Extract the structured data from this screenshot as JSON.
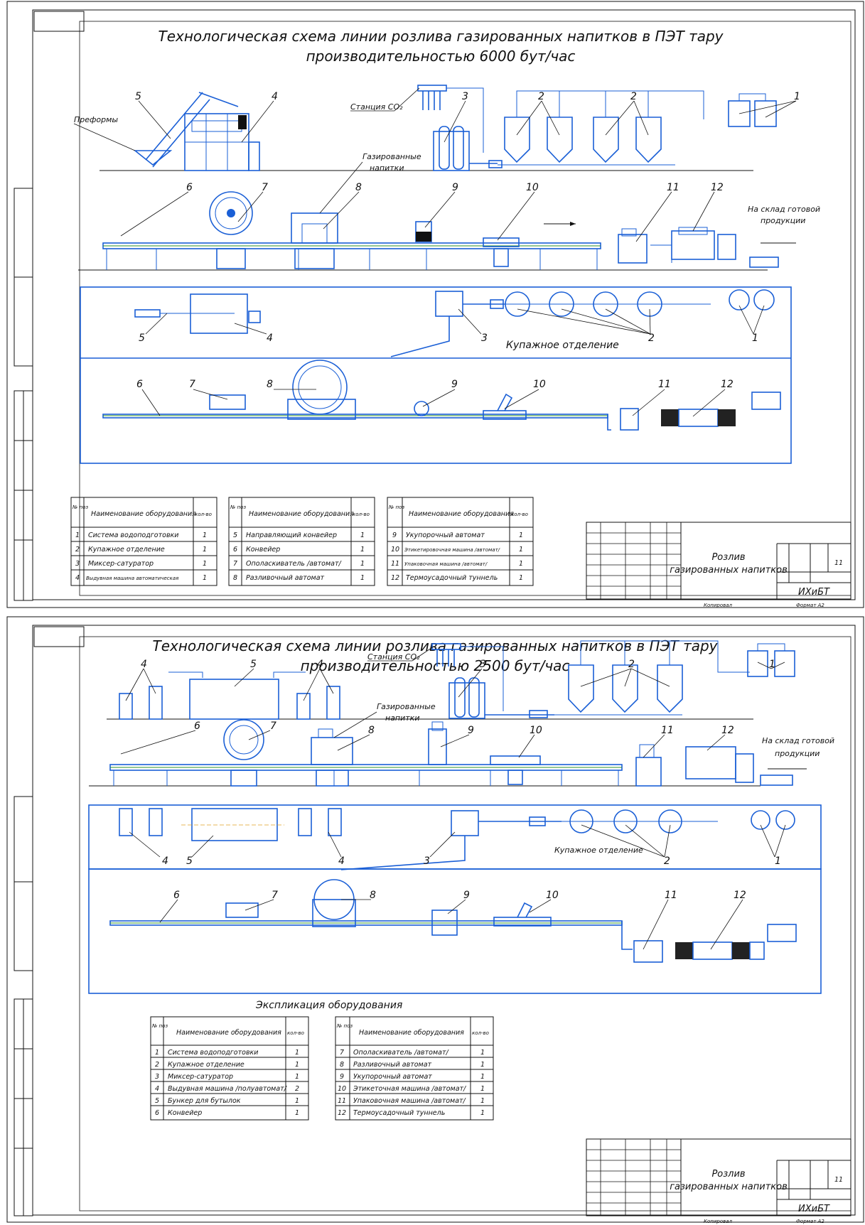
{
  "sheet1": {
    "title_line1": "Технологическая схема линии розлива газированных напитков в ПЭТ тару",
    "title_line2": "производительностью 6000 бут/час",
    "labels": {
      "preforms": "Преформы",
      "co2_station": "Станция СО₂",
      "carbonated_1": "Газированные",
      "carbonated_2": "напитки",
      "warehouse_1": "На склад готовой",
      "warehouse_2": "продукции",
      "blending_dept": "Купажное отделение"
    },
    "equipment_headers": {
      "pos": "№ поз",
      "name": "Наименование оборудования",
      "qty": "кол-во"
    },
    "equipment": [
      {
        "pos": "1",
        "name": "Система водоподготовки",
        "qty": "1"
      },
      {
        "pos": "2",
        "name": "Купажное отделение",
        "qty": "1"
      },
      {
        "pos": "3",
        "name": "Миксер-сатуратор",
        "qty": "1"
      },
      {
        "pos": "4",
        "name": "Выдувная машина автоматическая",
        "qty": "1"
      },
      {
        "pos": "5",
        "name": "Направляющий конвейер",
        "qty": "1"
      },
      {
        "pos": "6",
        "name": "Конвейер",
        "qty": "1"
      },
      {
        "pos": "7",
        "name": "Ополаскиватель /автомат/",
        "qty": "1"
      },
      {
        "pos": "8",
        "name": "Разливочный автомат",
        "qty": "1"
      },
      {
        "pos": "9",
        "name": "Укупорочный автомат",
        "qty": "1"
      },
      {
        "pos": "10",
        "name": "Этикетировочная машина /автомат/",
        "qty": "1"
      },
      {
        "pos": "11",
        "name": "Упаковочная машина /автомат/",
        "qty": "1"
      },
      {
        "pos": "12",
        "name": "Термоусадочный туннель",
        "qty": "1"
      }
    ],
    "stamp": {
      "title_1": "Розлив",
      "title_2": "газированных напитков",
      "org": "ИХиБТ",
      "sheet": "11",
      "copied": "Копировал",
      "format": "Формат А2"
    }
  },
  "sheet2": {
    "title_line1": "Технологическая схема линии розлива газированных напитков в ПЭТ тару",
    "title_line2": "производительностью 2500 бут/час",
    "labels": {
      "co2_station": "Станция СО₂",
      "carbonated_1": "Газированные",
      "carbonated_2": "напитки",
      "warehouse_1": "На склад готовой",
      "warehouse_2": "продукции",
      "blending_dept": "Купажное отделение",
      "explication": "Экспликация оборудования"
    },
    "equipment_headers": {
      "pos": "№ поз",
      "name": "Наименование оборудования",
      "qty": "кол-во"
    },
    "equipment": [
      {
        "pos": "1",
        "name": "Система водоподготовки",
        "qty": "1"
      },
      {
        "pos": "2",
        "name": "Купажное отделение",
        "qty": "1"
      },
      {
        "pos": "3",
        "name": "Миксер-сатуратор",
        "qty": "1"
      },
      {
        "pos": "4",
        "name": "Выдувная машина /полуавтомат/",
        "qty": "2"
      },
      {
        "pos": "5",
        "name": "Бункер для бутылок",
        "qty": "1"
      },
      {
        "pos": "6",
        "name": "Конвейер",
        "qty": "1"
      },
      {
        "pos": "7",
        "name": "Ополаскиватель /автомат/",
        "qty": "1"
      },
      {
        "pos": "8",
        "name": "Разливочный автомат",
        "qty": "1"
      },
      {
        "pos": "9",
        "name": "Укупорочный автомат",
        "qty": "1"
      },
      {
        "pos": "10",
        "name": "Этикеточная машина /автомат/",
        "qty": "1"
      },
      {
        "pos": "11",
        "name": "Упаковочная машина /автомат/",
        "qty": "1"
      },
      {
        "pos": "12",
        "name": "Термоусадочный туннель",
        "qty": "1"
      }
    ],
    "stamp": {
      "title_1": "Розлив",
      "title_2": "газированных напитков",
      "org": "ИХиБТ",
      "sheet": "11",
      "copied": "Копировал",
      "format": "Формат А2"
    }
  }
}
